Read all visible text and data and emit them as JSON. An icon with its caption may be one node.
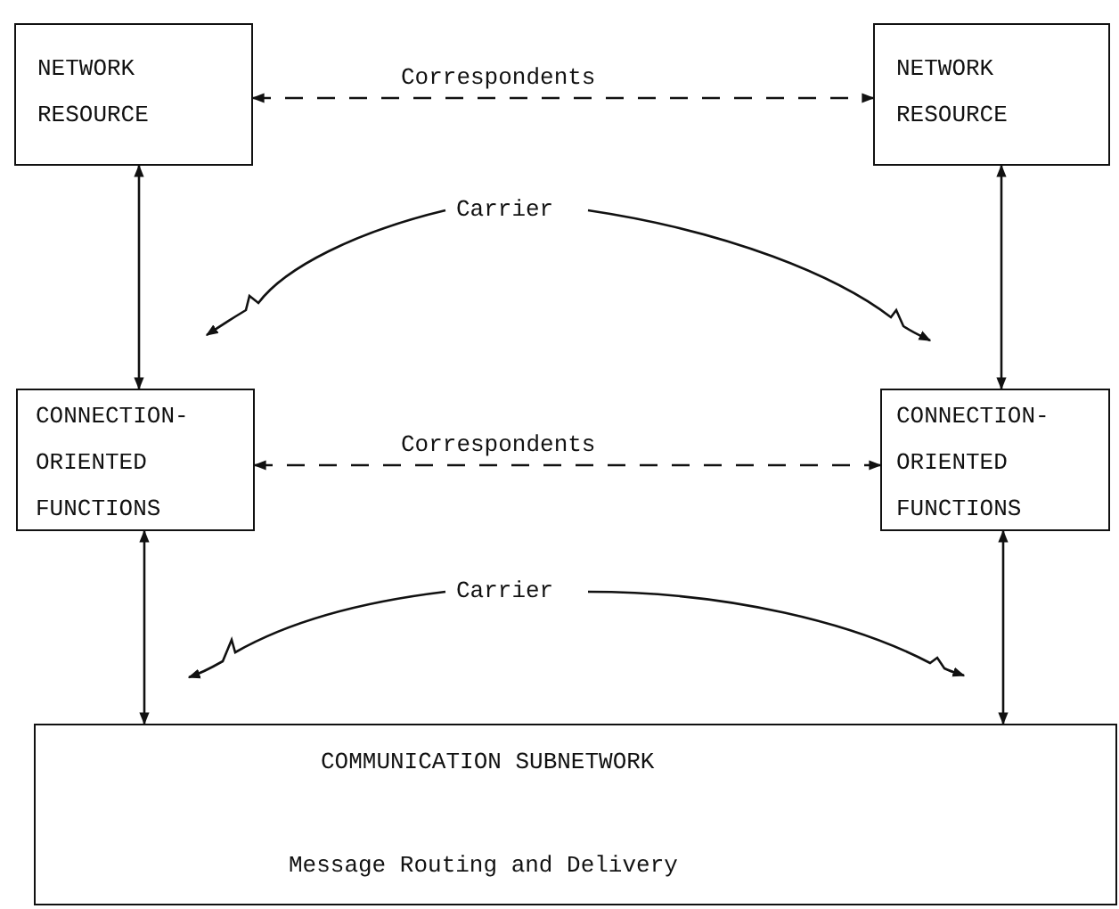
{
  "diagram": {
    "nodes": [
      {
        "text": [
          "NETWORK RESOURCE"
        ]
      },
      {
        "text": [
          "NETWORK RESOURCE"
        ]
      },
      {
        "text": [
          "CONNECTION-ORIENTED FUNCTIONS"
        ]
      },
      {
        "text": [
          "CONNECTION-ORIENTED FUNCTIONS"
        ]
      },
      {
        "text": [
          "COMMUNICATION SUBNETWORK",
          "Message Routing and Delivery"
        ]
      },
      {
        "text": [
          "Carrier"
        ]
      },
      {
        "text": [
          "Carrier"
        ]
      }
    ],
    "edges": [
      {
        "from": 0,
        "to": 1,
        "arrow": "both",
        "style": "dashed",
        "label": "Correspondents"
      },
      {
        "from": 0,
        "to": 2,
        "arrow": "both"
      },
      {
        "from": 1,
        "to": 3,
        "arrow": "both"
      },
      {
        "from": 2,
        "to": 3,
        "arrow": "both",
        "style": "dashed",
        "label": "Correspondents"
      },
      {
        "from": 2,
        "to": 4,
        "arrow": "both"
      },
      {
        "from": 3,
        "to": 4,
        "arrow": "both"
      },
      {
        "from": 5,
        "to": null,
        "arrow": "to"
      },
      {
        "from": 5,
        "to": null,
        "arrow": "to"
      },
      {
        "from": 6,
        "to": null,
        "arrow": "to"
      },
      {
        "from": 6,
        "to": null,
        "arrow": "to"
      }
    ]
  }
}
